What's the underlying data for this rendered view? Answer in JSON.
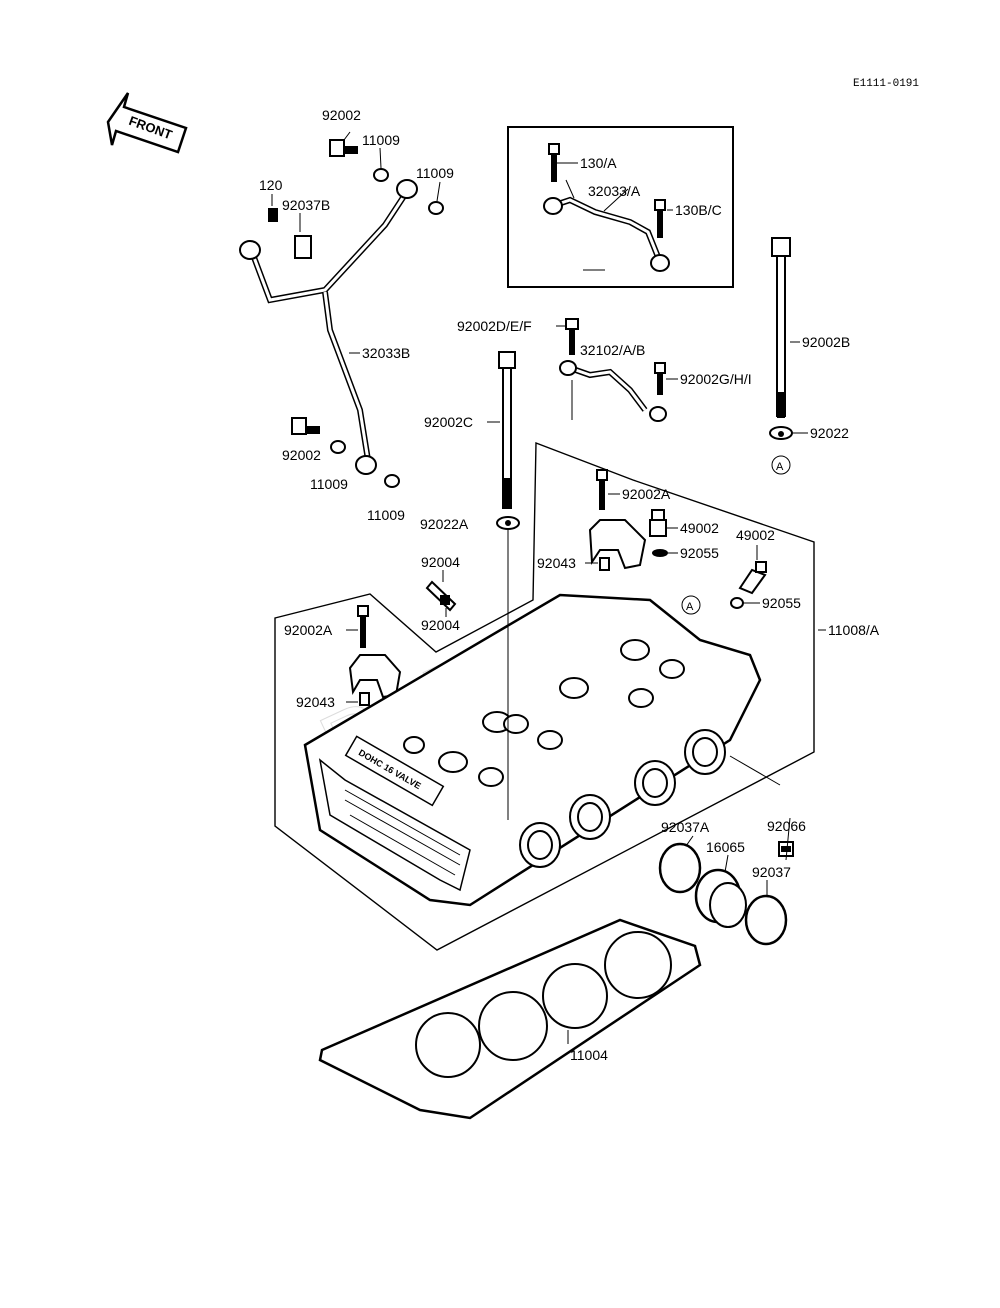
{
  "diagram_code": "E1111-0191",
  "front_arrow": {
    "text": "FRONT",
    "icon": "front-arrow-icon"
  },
  "callouts": {
    "c92002_top": "92002",
    "c11009_a": "11009",
    "c11009_b": "11009",
    "c120": "120",
    "c92037B": "92037B",
    "c130A": "130/A",
    "c32033A": "32033/A",
    "c130BC": "130B/C",
    "c92002DEF": "92002D/E/F",
    "c32102AB": "32102/A/B",
    "c92002GHI": "92002G/H/I",
    "c92002B": "92002B",
    "c32033B": "32033B",
    "c92002C": "92002C",
    "c92022": "92022",
    "c92002_mid": "92002",
    "c11009_c": "11009",
    "c11009_d": "11009",
    "c92002A_right": "92002A",
    "c49002_a": "49002",
    "c92022A": "92022A",
    "c92043_right": "92043",
    "c92055_a": "92055",
    "c49002_b": "49002",
    "c92004_a": "92004",
    "c92004_b": "92004",
    "c92055_b": "92055",
    "c92002A_left": "92002A",
    "c11008A": "11008/A",
    "c92043_left": "92043",
    "c92066": "92066",
    "c92037A": "92037A",
    "c16065": "16065",
    "c92037": "92037",
    "c11004": "11004",
    "ref_a1": "A",
    "ref_a2": "A"
  },
  "head_lettering": "DOHC 16 VALVE"
}
